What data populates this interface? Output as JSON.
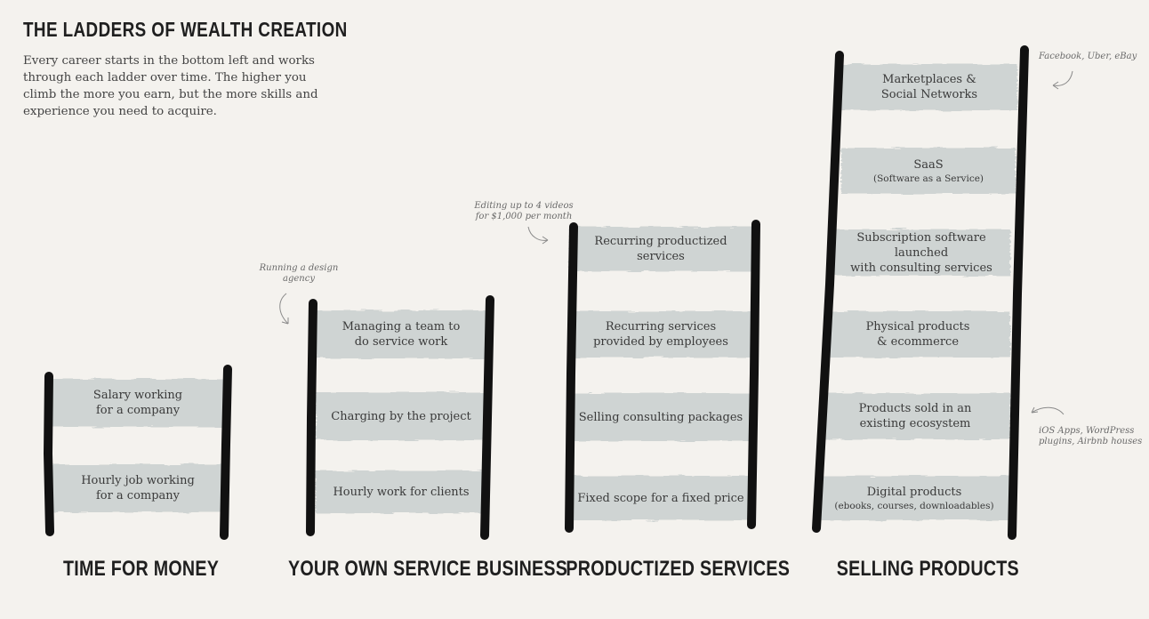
{
  "title": "THE LADDERS OF WEALTH CREATION",
  "intro": "Every career starts in the bottom left and works through each ladder over time. The higher you climb the more you earn, but the more skills and experience you need to acquire.",
  "ladders": [
    {
      "title": "TIME FOR MONEY",
      "rungs": [
        {
          "text": "Hourly job working\nfor a company"
        },
        {
          "text": "Salary working\nfor a company"
        }
      ]
    },
    {
      "title": "YOUR OWN SERVICE BUSINESS",
      "rungs": [
        {
          "text": "Hourly work for clients"
        },
        {
          "text": "Charging by the project"
        },
        {
          "text": "Managing a team to\ndo service work"
        }
      ]
    },
    {
      "title": "PRODUCTIZED SERVICES",
      "rungs": [
        {
          "text": "Fixed scope for a fixed price"
        },
        {
          "text": "Selling consulting packages"
        },
        {
          "text": "Recurring services\nprovided by employees"
        },
        {
          "text": "Recurring productized\nservices"
        }
      ]
    },
    {
      "title": "SELLING PRODUCTS",
      "rungs": [
        {
          "text": "Digital products",
          "sub": "(ebooks, courses, downloadables)"
        },
        {
          "text": "Products sold in an\nexisting ecosystem"
        },
        {
          "text": "Physical products\n& ecommerce"
        },
        {
          "text": "Subscription software launched\nwith consulting services"
        },
        {
          "text": "SaaS",
          "sub": "(Software as a Service)"
        },
        {
          "text": "Marketplaces &\nSocial Networks"
        }
      ]
    }
  ],
  "notes": {
    "design_agency": "Running a design\nagency",
    "editing_videos": "Editing up to 4 videos\nfor $1,000 per month",
    "marketplaces_examples": "Facebook, Uber, eBay",
    "ecosystem_examples": "iOS Apps, WordPress\nplugins, Airbnb houses"
  },
  "colors": {
    "background": "#f4f2ee",
    "rail": "#111111",
    "rung_wash": "#c9cfcf",
    "text": "#3a3a3a",
    "note": "#6a6a6a"
  }
}
